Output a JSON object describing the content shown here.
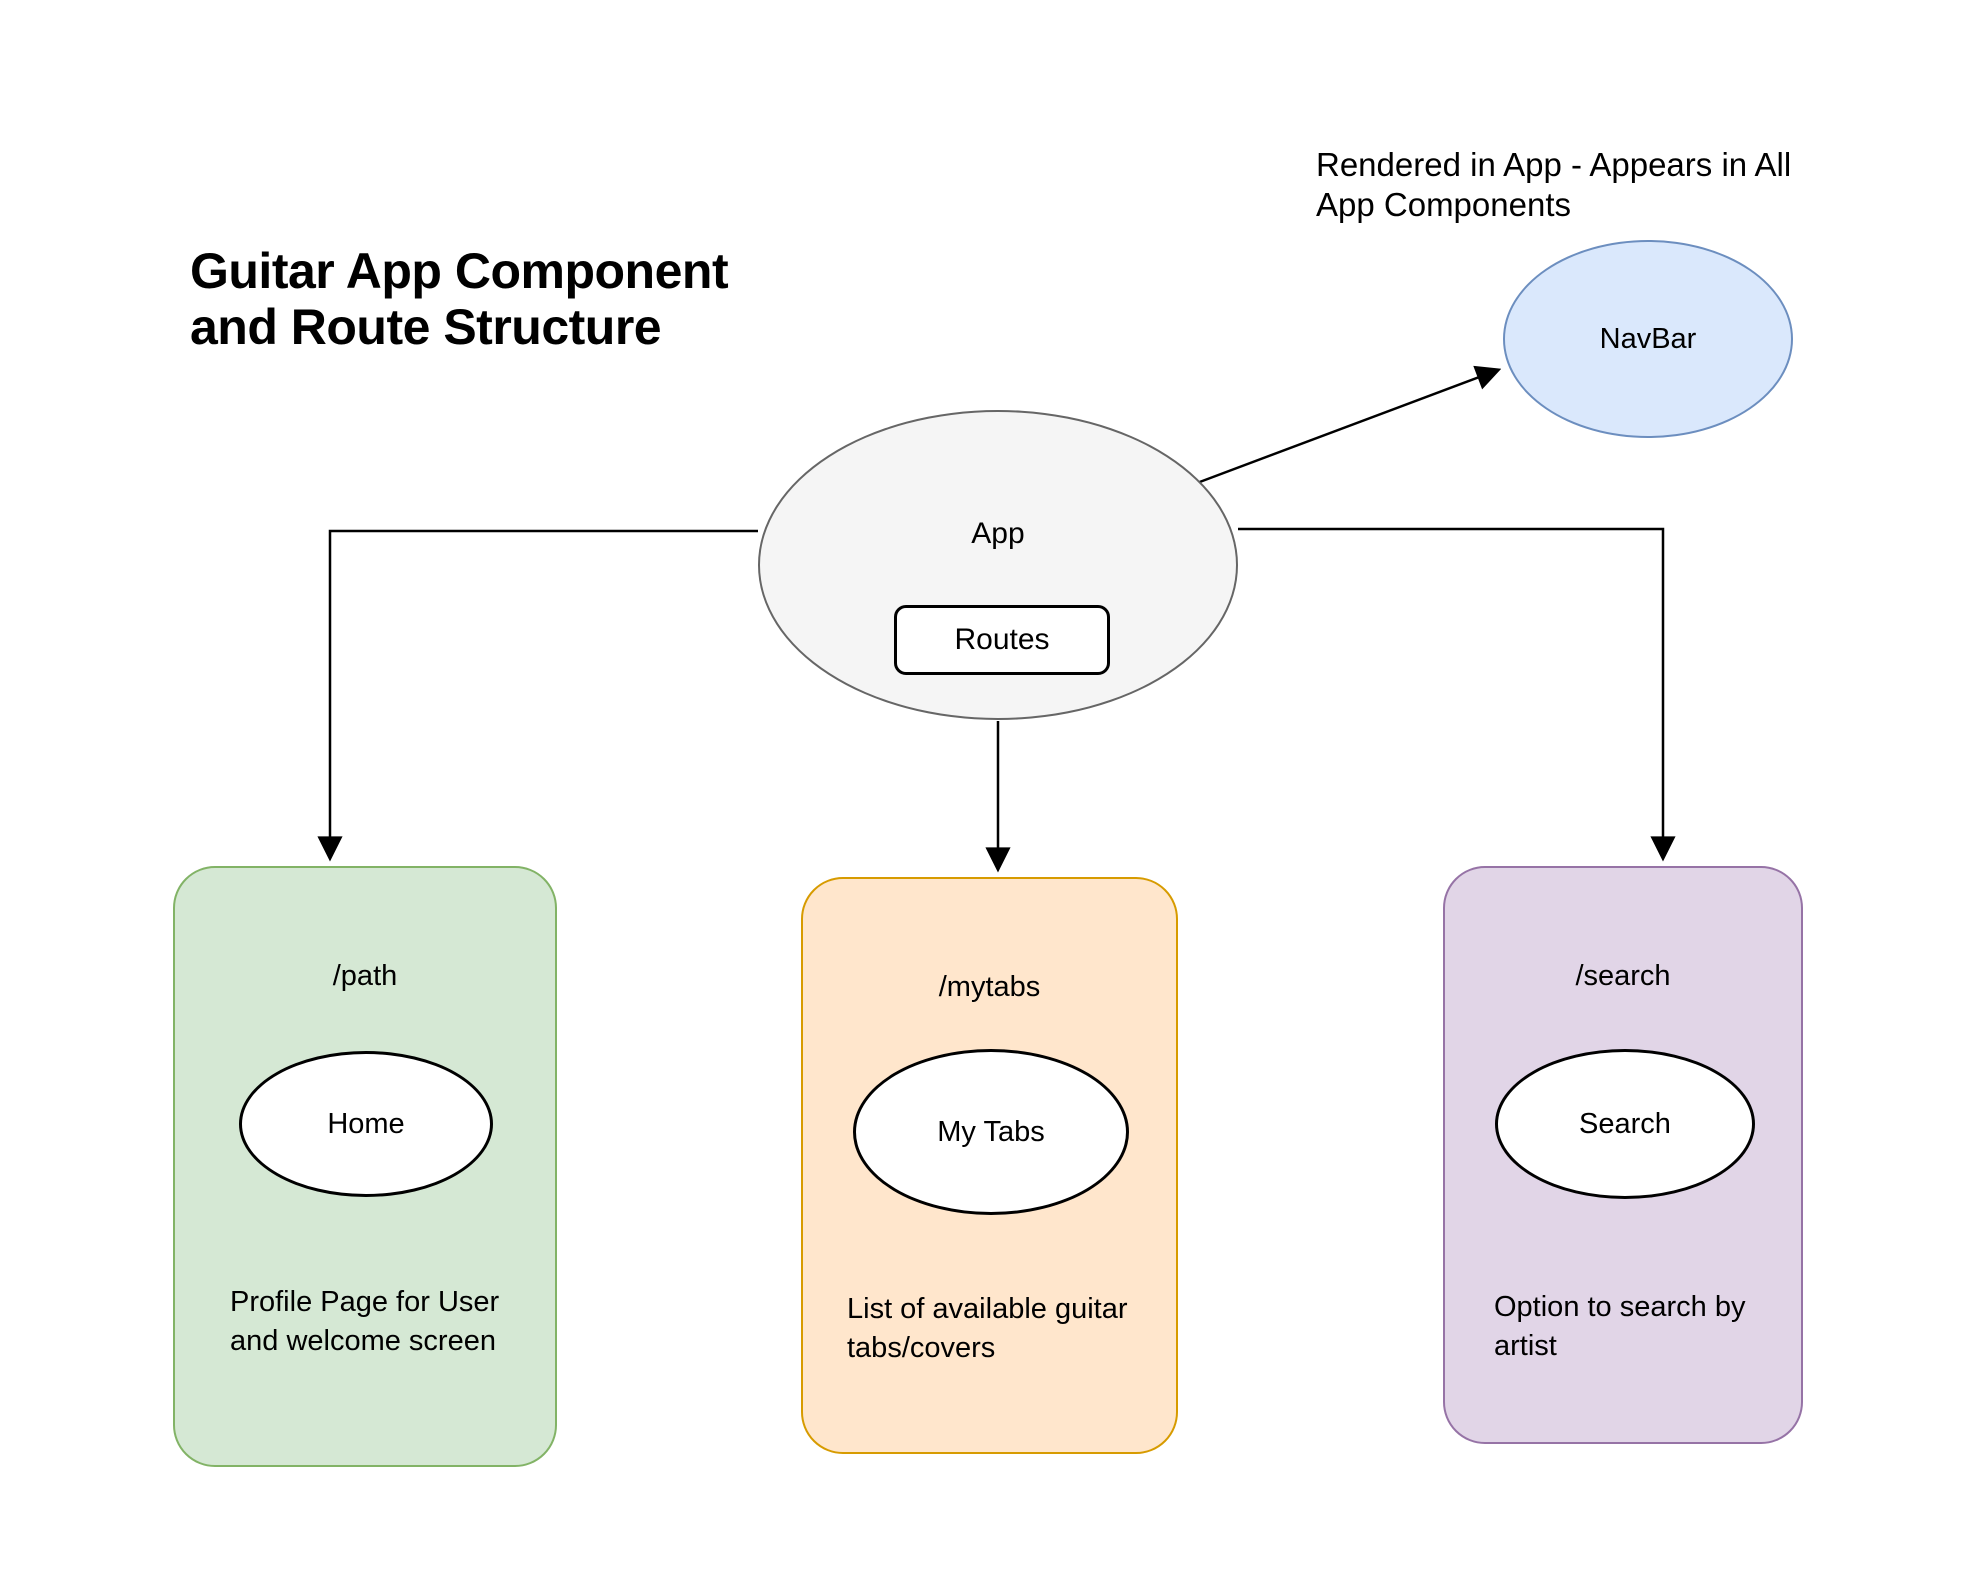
{
  "title": "Guitar App Component\nand Route Structure",
  "navbar": {
    "note": "Rendered in App - Appears in All\nApp Components",
    "label": "NavBar"
  },
  "app": {
    "label": "App",
    "routes_label": "Routes"
  },
  "routes": [
    {
      "path": "/path",
      "component": "Home",
      "description": "Profile Page for User\nand welcome screen",
      "fill": "#d5e8d4",
      "stroke": "#82b366"
    },
    {
      "path": "/mytabs",
      "component": "My Tabs",
      "description": "List of available guitar\ntabs/covers",
      "fill": "#ffe6cc",
      "stroke": "#d79b00"
    },
    {
      "path": "/search",
      "component": "Search",
      "description": "Option to search by\nartist",
      "fill": "#e1d5e7",
      "stroke": "#9673a6"
    }
  ],
  "palette": {
    "navbar_fill": "#dae8fc",
    "navbar_stroke": "#6c8ebf",
    "app_fill": "#f5f5f5",
    "app_stroke": "#666666",
    "connector_color": "#000000",
    "inner_ellipse_fill": "#ffffff",
    "inner_ellipse_stroke": "#000000"
  }
}
